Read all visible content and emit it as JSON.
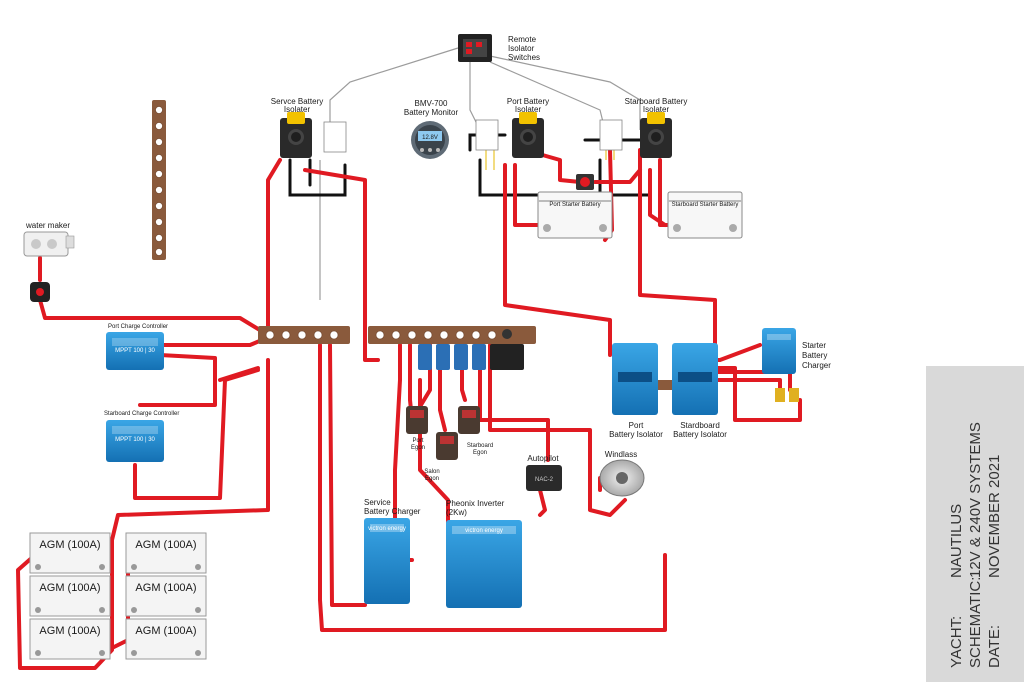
{
  "labels": {
    "remote_isolator": [
      "Remote",
      "Isolator",
      "Switches"
    ],
    "service_isolator": [
      "Servce Battery",
      "Isolater"
    ],
    "bmv": [
      "BMV-700",
      "Battery Monitor"
    ],
    "port_isolator_top": [
      "Port Battery",
      "Isolater"
    ],
    "starboard_isolator_top": [
      "Starboard Battery",
      "Isolater"
    ],
    "port_starter_battery": "Port Starter Battery",
    "starboard_starter_battery": "Starboard Starter Battery",
    "water_maker": "water maker",
    "port_charge_controller": "Port Charge Controller",
    "starboard_charge_controller": "Starboard Charge Controller",
    "starter_charger": [
      "Starter",
      "Battery",
      "Charger"
    ],
    "port_battery_isolator": [
      "Port",
      "Battery Isolator"
    ],
    "starboard_battery_isolator": [
      "Stardboard",
      "Battery Isolator"
    ],
    "port_egon": [
      "Port",
      "Egon"
    ],
    "starboard_egon": [
      "Starboard",
      "Egon"
    ],
    "salon_egon": [
      "Salon",
      "Egon"
    ],
    "autopilot": "Autopilot",
    "windlass": "Windlass",
    "service_charger": [
      "Service",
      "Battery Charger"
    ],
    "inverter": [
      "Pheonix Inverter",
      "(2Kw)"
    ],
    "bmv_screen": "12.8V",
    "victron": "victron energy",
    "mppt": "MPPT 100 | 30",
    "nac": "NAC-2"
  },
  "agm_batteries": [
    "AGM (100A)",
    "AGM (100A)",
    "AGM (100A)",
    "AGM (100A)",
    "AGM (100A)",
    "AGM (100A)"
  ],
  "title_block": {
    "yacht_key": "YACHT:",
    "yacht_val": "NAUTILUS",
    "schematic_key": "SCHEMATIC:",
    "schematic_val": "12V & 240V SYSTEMS",
    "date_key": "DATE:",
    "date_val": "NOVEMBER 2021"
  },
  "colors": {
    "positive_cable": "#e01a22",
    "negative_cable": "#111111",
    "victron_blue": "#1e8fd4",
    "busbar": "#8a5a3c",
    "title_block_bg": "#d9d9d9"
  }
}
